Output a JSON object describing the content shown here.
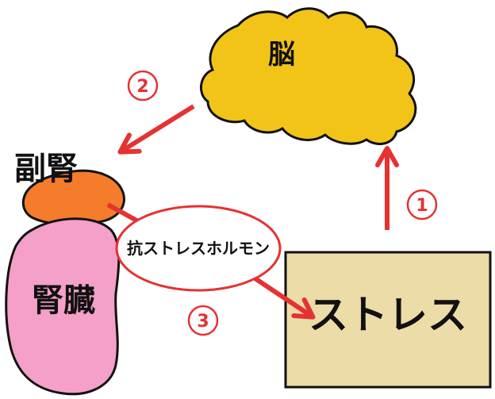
{
  "labels": {
    "brain": "脳",
    "adrenal": "副腎",
    "kidney": "腎臓",
    "hormone": "抗ストレスホルモン",
    "stress": "ストレス"
  },
  "steps": {
    "one": "1",
    "two": "2",
    "three": "3"
  },
  "colors": {
    "brain": "#f2c418",
    "adrenal": "#f47c2a",
    "kidney": "#f5a0c8",
    "stress_box": "#ecdca8",
    "arrow": "#e53232",
    "outline": "#111111"
  }
}
